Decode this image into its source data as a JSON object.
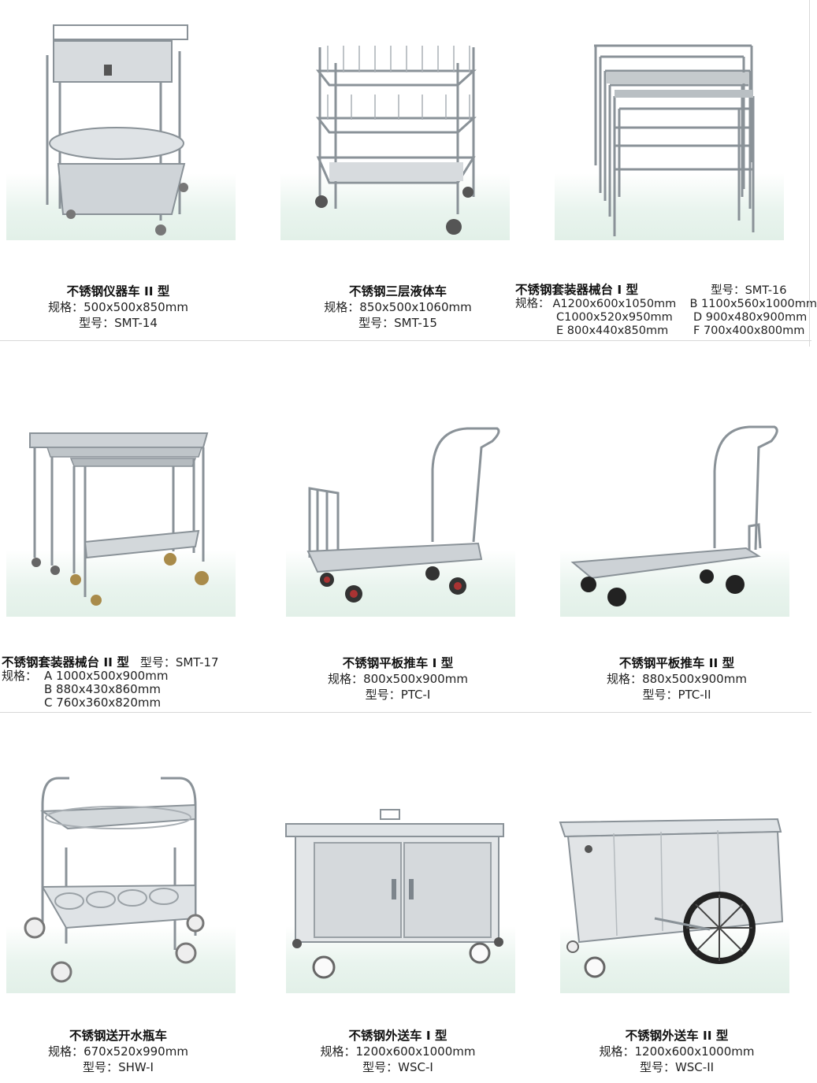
{
  "products": [
    {
      "name": "不锈钢仪器车 II 型",
      "spec_label": "规格：",
      "spec": "500x500x850mm",
      "model_label": "型号：",
      "model": "SMT-14"
    },
    {
      "name": "不锈钢三层液体车",
      "spec_label": "规格：",
      "spec": "850x500x1060mm",
      "model_label": "型号：",
      "model": "SMT-15"
    },
    {
      "name": "不锈钢套装器械台 I 型",
      "model_label": "型号：",
      "model": "SMT-16",
      "spec_label": "规格：",
      "specs": [
        "A1200x600x1050mm",
        "B 1100x560x1000mm",
        "C1000x520x950mm",
        "D 900x480x900mm",
        "E 800x440x850mm",
        "F 700x400x800mm"
      ]
    },
    {
      "name": "不锈钢套装器械台 II 型",
      "model_label": "型号：",
      "model": "SMT-17",
      "spec_label": "规格：",
      "specs": [
        "A 1000x500x900mm",
        "B 880x430x860mm",
        "C 760x360x820mm"
      ]
    },
    {
      "name": "不锈钢平板推车 I 型",
      "spec_label": "规格：",
      "spec": "800x500x900mm",
      "model_label": "型号：",
      "model": "PTC-I"
    },
    {
      "name": "不锈钢平板推车 II 型",
      "spec_label": "规格：",
      "spec": "880x500x900mm",
      "model_label": "型号：",
      "model": "PTC-II"
    },
    {
      "name": "不锈钢送开水瓶车",
      "spec_label": "规格：",
      "spec": "670x520x990mm",
      "model_label": "型号：",
      "model": "SHW-I"
    },
    {
      "name": "不锈钢外送车 I 型",
      "spec_label": "规格：",
      "spec": "1200x600x1000mm",
      "model_label": "型号：",
      "model": "WSC-I"
    },
    {
      "name": "不锈钢外送车 II 型",
      "spec_label": "规格：",
      "spec": "1200x600x1000mm",
      "model_label": "型号：",
      "model": "WSC-II"
    }
  ],
  "colors": {
    "base_gradient": "#e2f0e8",
    "steel": "#c9ced3",
    "steel_dark": "#7d858c",
    "divider": "#d8d8d8"
  }
}
